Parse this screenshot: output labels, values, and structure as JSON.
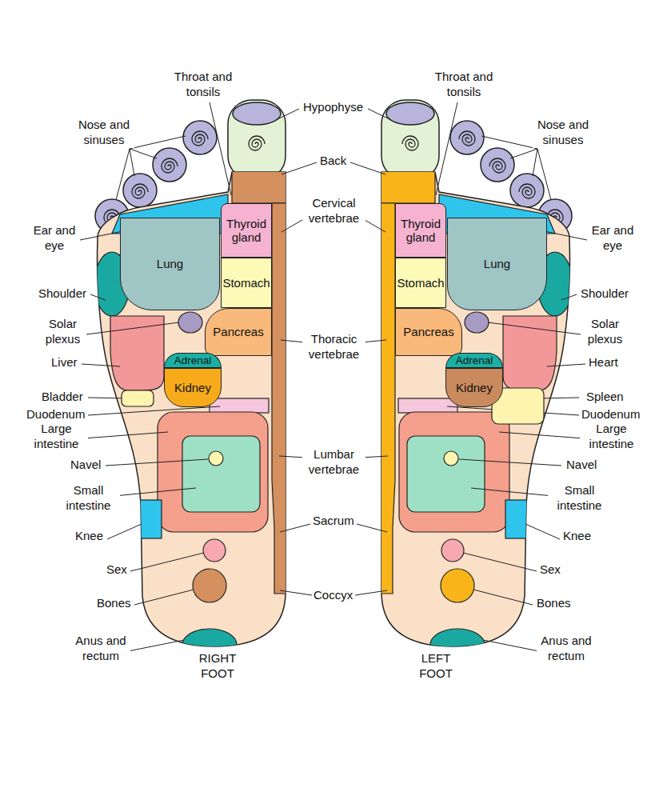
{
  "diagram": {
    "nodes": [
      {
        "text": [
          "Lung"
        ]
      },
      {
        "text": [
          "Thyroid gland"
        ]
      },
      {
        "text": [
          "Stomach"
        ]
      },
      {
        "text": [
          "Pancreas"
        ]
      },
      {
        "text": [
          "Adrenal"
        ]
      },
      {
        "text": [
          "Kidney"
        ]
      },
      {
        "text": [
          "Thyroid gland"
        ]
      },
      {
        "text": [
          "Lung"
        ]
      },
      {
        "text": [
          "Stomach"
        ]
      },
      {
        "text": [
          "Pancreas"
        ]
      },
      {
        "text": [
          "Adrenal"
        ]
      },
      {
        "text": [
          "Kidney"
        ]
      }
    ],
    "labels": [
      "Throat and tonsils",
      "Nose and sinuses",
      "Ear and eye",
      "Shoulder",
      "Solar plexus",
      "Liver",
      "Bladder",
      "Duodenum",
      "Large intestine",
      "Navel",
      "Small intestine",
      "Knee",
      "Sex",
      "Bones",
      "Anus and rectum",
      "RIGHT FOOT",
      "Hypophyse",
      "Back",
      "Cervical vertebrae",
      "Thoracic vertebrae",
      "Lumbar vertebrae",
      "Sacrum",
      "Coccyx",
      "Throat and tonsils",
      "Nose and sinuses",
      "Ear and eye",
      "Shoulder",
      "Solar plexus",
      "Heart",
      "Spleen",
      "Duodenum",
      "Large intestine",
      "Navel",
      "Small intestine",
      "Knee",
      "Sex",
      "Bones",
      "Anus and rectum",
      "LEFT FOOT"
    ]
  }
}
